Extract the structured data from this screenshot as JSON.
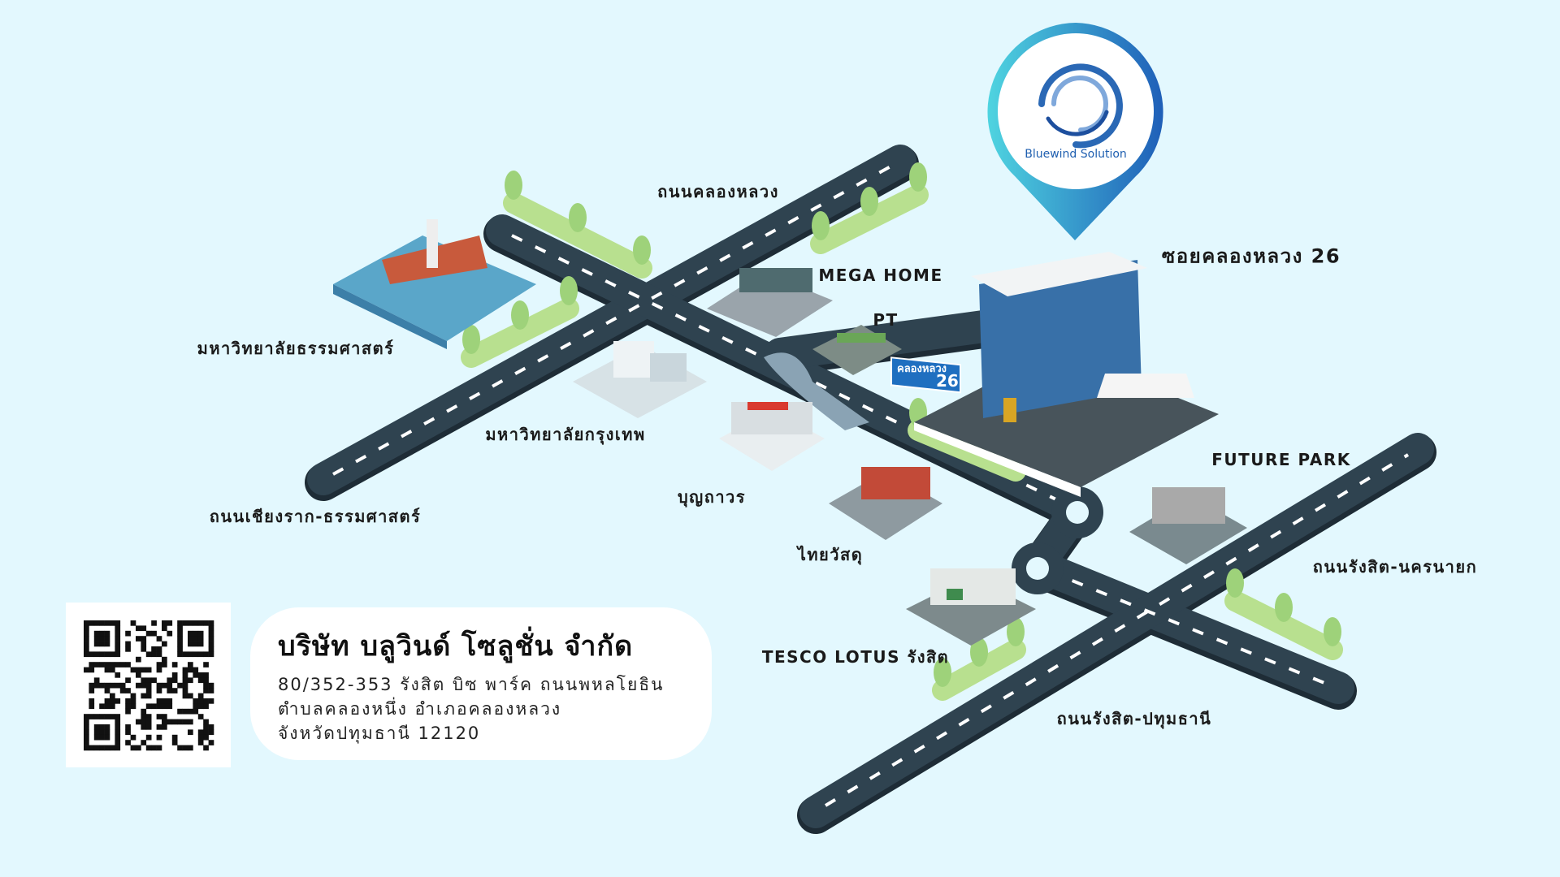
{
  "brand": {
    "name": "Bluewind Solution",
    "accent": "#1f6fc0",
    "accent_light": "#4fd4e0"
  },
  "labels": {
    "klong_luang_road": "ถนนคลองหลวง",
    "mega_home": "MEGA HOME",
    "pt": "PT",
    "soi_26": "ซอยคลองหลวง 26",
    "thammasat": "มหาวิทยาลัยธรรมศาสตร์",
    "bangkok_u": "มหาวิทยาลัยกรุงเทพ",
    "boonthavorn": "บุญถาวร",
    "chiang_rak_road": "ถนนเชียงราก-ธรรมศาสตร์",
    "thai_watsadu": "ไทยวัสดุ",
    "future_park": "FUTURE PARK",
    "rangsit_nakhon_nayok": "ถนนรังสิต-นครนายก",
    "tesco_lotus": "TESCO LOTUS รังสิต",
    "rangsit_pathum": "ถนนรังสิต-ปทุมธานี"
  },
  "sign": {
    "text": "คลองหลวง",
    "number": "26"
  },
  "company": {
    "name": "บริษัท บลูวินด์ โซลูชั่น จำกัด",
    "address_line1": "80/352-353 รังสิต บิซ พาร์ค ถนนพหลโยธิน",
    "address_line2": "ตำบลคลองหนึ่ง อำเภอคลองหลวง",
    "address_line3": "จังหวัดปทุมธานี 12120"
  },
  "colors": {
    "background": "#e3f8fe",
    "road": "#2b3d4a",
    "tree": "#9ed27a"
  }
}
